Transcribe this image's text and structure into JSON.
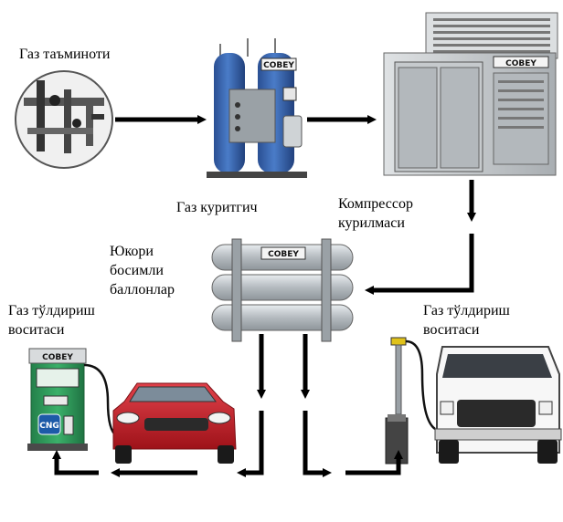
{
  "labels": {
    "gas_supply": "Газ таъминоти",
    "gas_dryer": "Газ куритгич",
    "compressor": "Компрессор\nкурилмаси",
    "cylinders": "Юкори\nбосимли\nбаллонлар",
    "dispenser_left": "Газ тўлдириш\nвоситаси",
    "dispenser_right": "Газ тўлдириш\nвоситаси"
  },
  "brand": {
    "dryer": "COBEY",
    "compressor": "COBEY",
    "cylinders": "COBEY",
    "dispenser": "COBEY"
  },
  "dispenser_badge": "CNG",
  "colors": {
    "arrow": "#000000",
    "dryer_blue": "#2f5fa8",
    "dispenser_green": "#2e9e57",
    "car_red": "#c8202a",
    "steel": "#bfc3c6"
  }
}
